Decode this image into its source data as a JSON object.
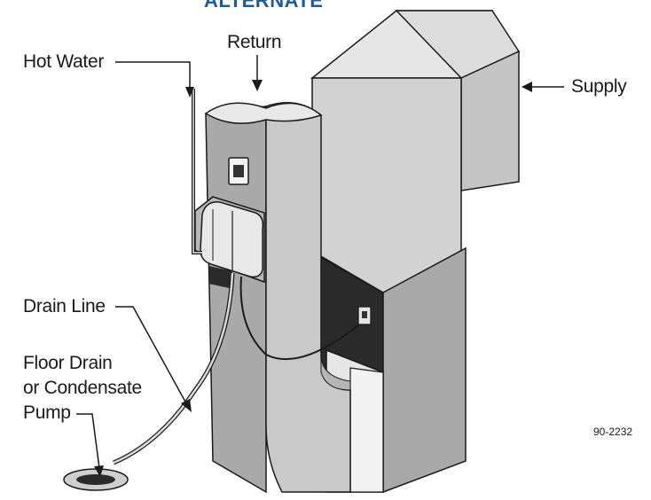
{
  "heading": "ALTERNATE",
  "labels": {
    "hot_water": "Hot Water",
    "return": "Return",
    "supply": "Supply",
    "drain_line": "Drain Line",
    "floor_drain_line1": "Floor Drain",
    "floor_drain_line2": "or Condensate",
    "floor_drain_line3": "Pump"
  },
  "figure_code": "90-2232",
  "colors": {
    "duct_front": "#c9c9c9",
    "duct_side": "#a9a9a9",
    "duct_top": "#e4e4e4",
    "dark_panel": "#2b2b2b",
    "heading_blue": "#1f5aa6",
    "line": "#1a1a1a"
  }
}
